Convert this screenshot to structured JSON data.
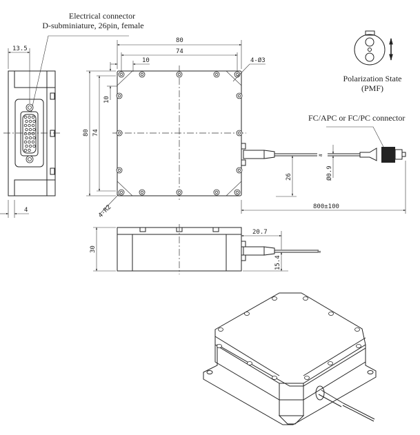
{
  "labels": {
    "electrical_connector_line1": "Electrical connector",
    "electrical_connector_line2": "D-subminiature, 26pin, female",
    "fiber_connector": "FC/APC or FC/PC connector",
    "polarization_line1": "Polarization State",
    "polarization_line2": "(PMF)"
  },
  "dimensions": {
    "side_offset": "13.5",
    "side_foot": "4",
    "width_outer": "80",
    "width_holes": "74",
    "hole_offset_h": "10",
    "height_outer": "80",
    "height_holes": "74",
    "hole_offset_v": "10",
    "holes": "4-Ø3",
    "corner_radius": "4-R2",
    "fiber_height": "26",
    "fiber_diameter": "Ø0.9",
    "fiber_length": "800±100",
    "body_height": "30",
    "boot_length": "20.7",
    "fiber_elevation": "15.4"
  }
}
